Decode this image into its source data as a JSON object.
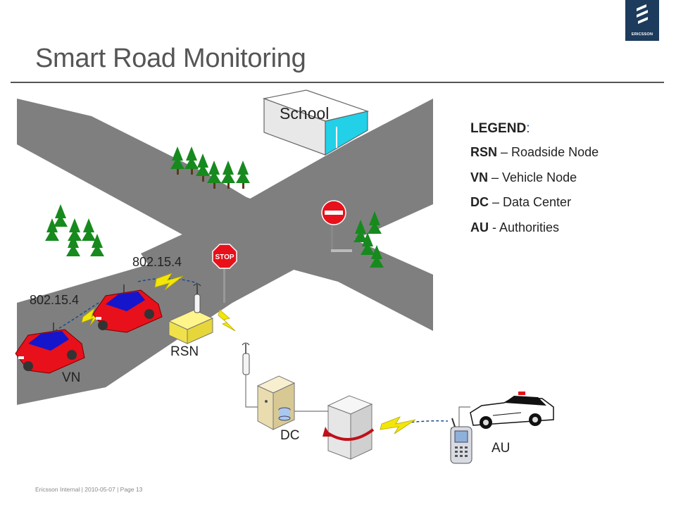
{
  "slide": {
    "title": "Smart Road Monitoring",
    "logo_text": "ERICSSON",
    "footer": "Ericsson Internal  |  2010-05-07  |  Page 13"
  },
  "diagram": {
    "school_label": "School",
    "stop_sign_text": "STOP",
    "link_label_1": "802.15.4",
    "link_label_2": "802.15.4",
    "rsn_label": "RSN",
    "vn_label": "VN",
    "dc_label": "DC",
    "au_label": "AU"
  },
  "legend": {
    "title": "LEGEND",
    "colon": ":",
    "items": [
      {
        "abbr": "RSN",
        "desc": " – Roadside Node"
      },
      {
        "abbr": "VN",
        "desc": " – Vehicle Node"
      },
      {
        "abbr": "DC",
        "desc": " – Data Center"
      },
      {
        "abbr": "AU",
        "desc": " - Authorities"
      }
    ]
  },
  "colors": {
    "road": "#7f7f7f",
    "car_body": "#e8101a",
    "car_roof": "#1515cc",
    "building_glass": "#22d0e8",
    "tree": "#178a1e",
    "lightning": "#f2e60a",
    "brand": "#1d3b5c"
  }
}
